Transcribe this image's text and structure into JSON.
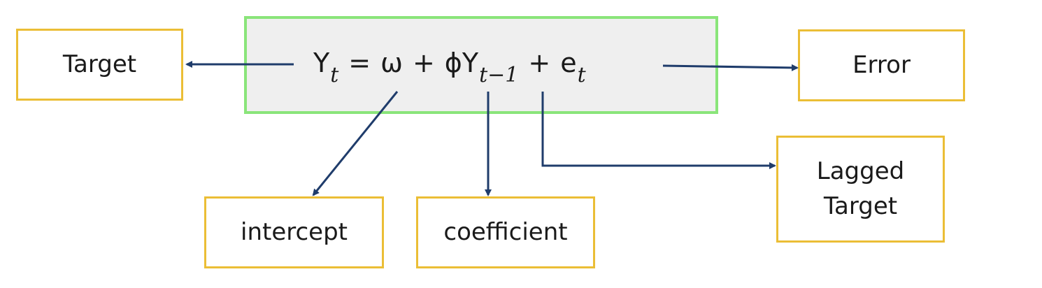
{
  "diagram": {
    "equation": {
      "y": "Y",
      "y_sub": "t",
      "equals": "=",
      "omega": "ω",
      "plus1": "+",
      "phi": "ϕ",
      "y2": "Y",
      "y2_sub": "t−1",
      "plus2": "+",
      "e": "e",
      "e_sub": "t"
    },
    "labels": {
      "target": "Target",
      "error": "Error",
      "intercept": "intercept",
      "coefficient": "coefficient",
      "lagged_target_line1": "Lagged",
      "lagged_target_line2": "Target"
    },
    "colors": {
      "label_border": "#EBBE36",
      "equation_border": "#8AE57A",
      "equation_fill": "#EFEFEF",
      "arrow": "#1F3C6B"
    }
  }
}
